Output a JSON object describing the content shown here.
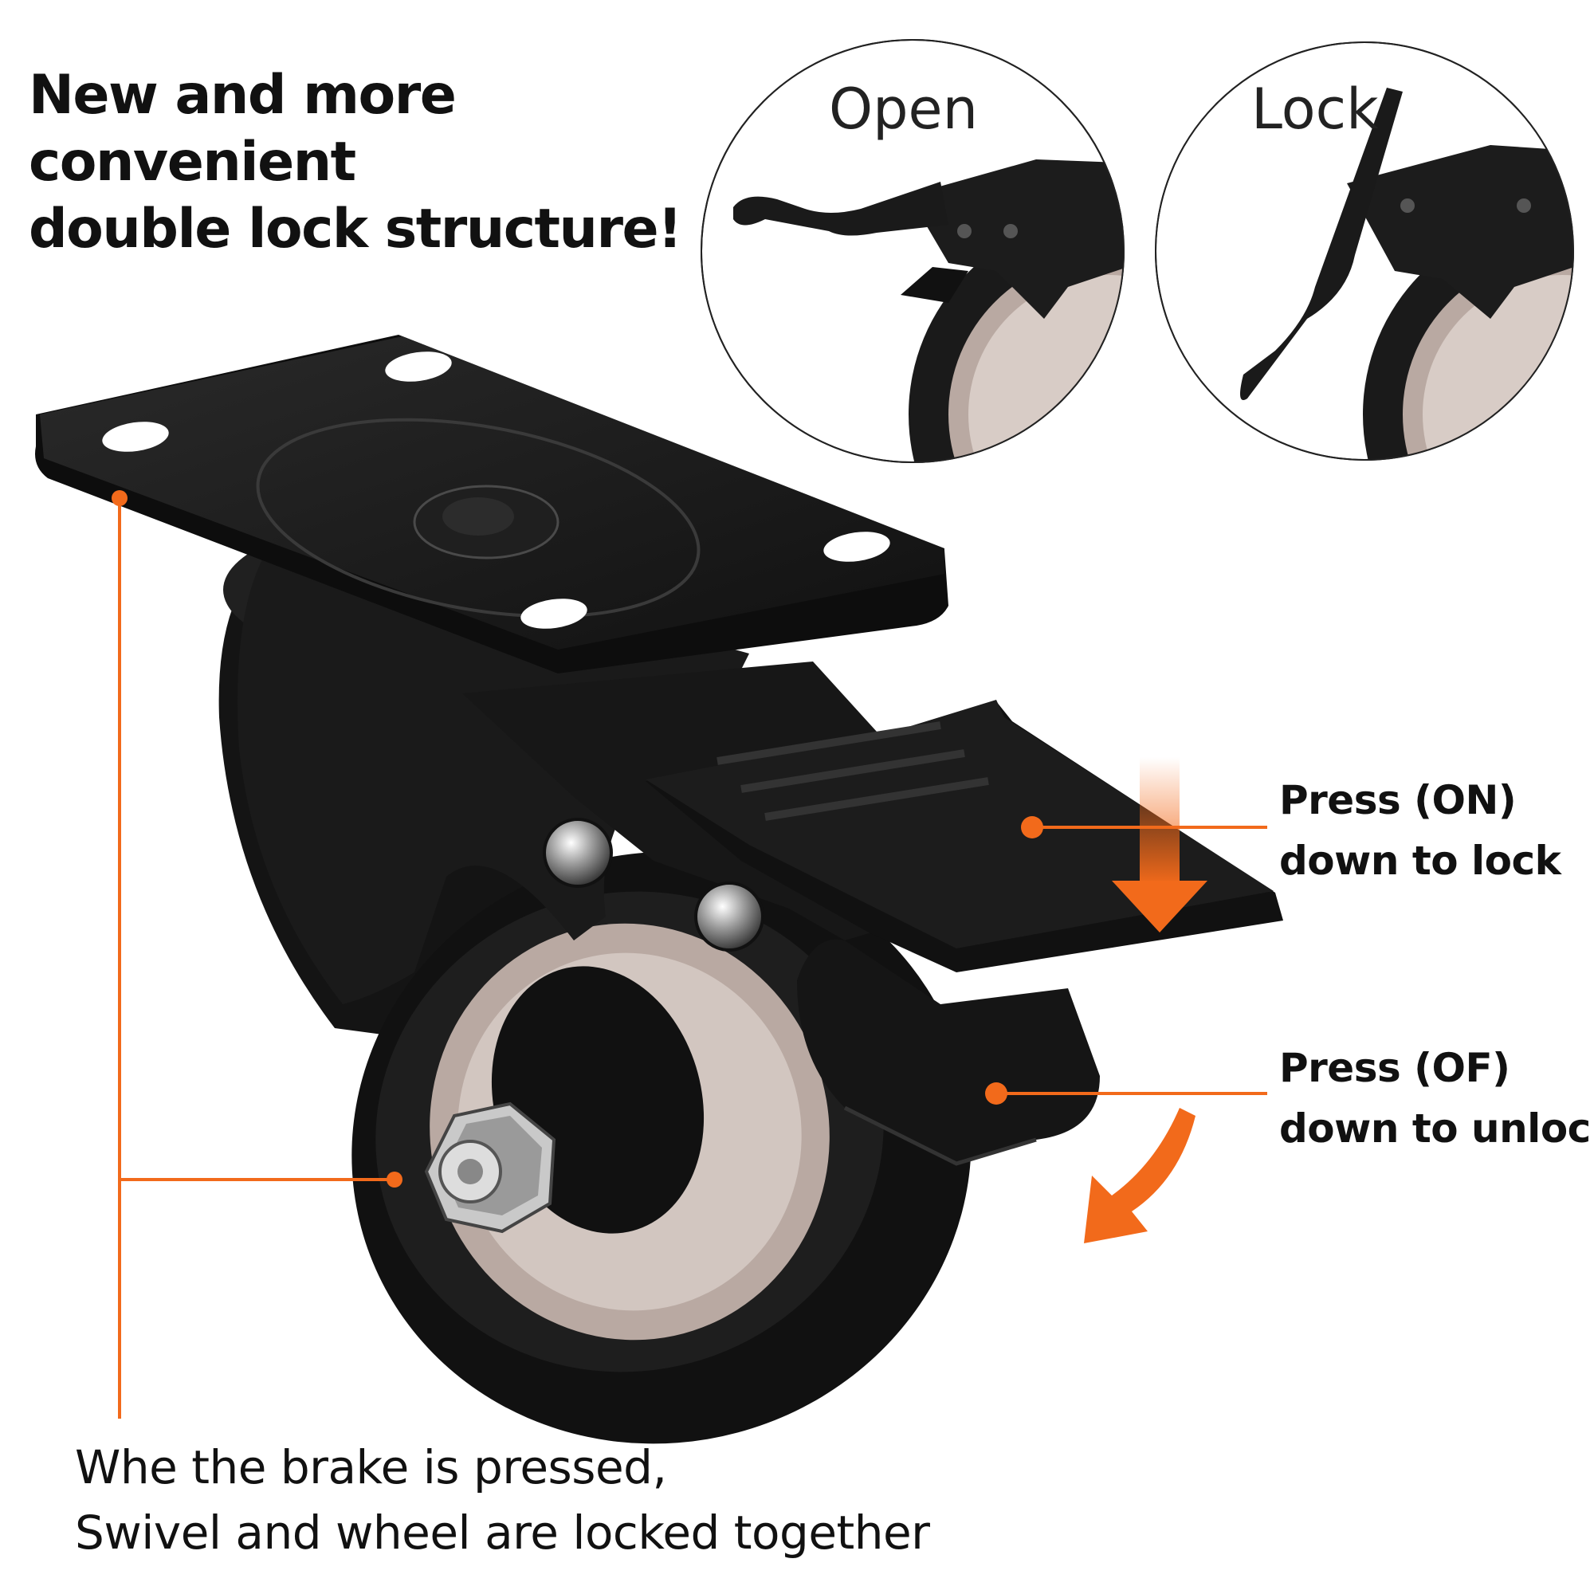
{
  "headline": {
    "line1": "New and more convenient",
    "line2": "double lock structure!"
  },
  "insets": {
    "open_label": "Open",
    "lock_label": "Lock"
  },
  "callouts": {
    "lock": {
      "line1": "Press (ON)",
      "line2": "down to lock"
    },
    "unlock": {
      "line1": "Press (OF)",
      "line2": "down to unlock"
    }
  },
  "caption": {
    "line1": "Whe the brake is pressed,",
    "line2": "Swivel and wheel are locked together"
  },
  "colors": {
    "accent": "#f26a1b",
    "metal_black": "#1a1a1a",
    "wheel_hub": "#b9a9a2"
  }
}
